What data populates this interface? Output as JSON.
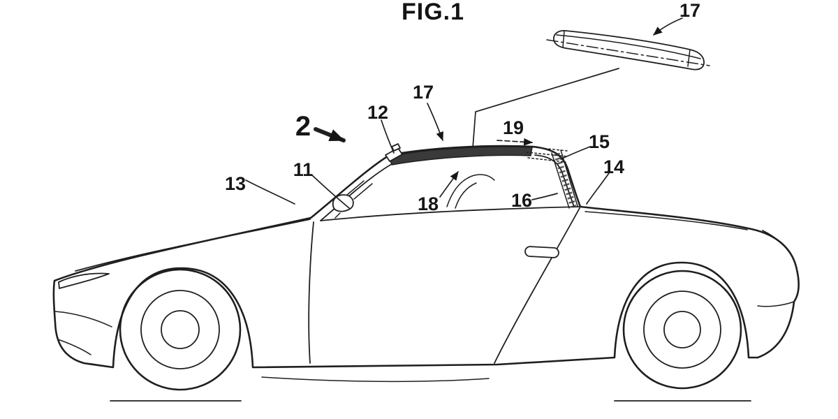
{
  "figure": {
    "title": "FIG.1",
    "kind": "patent-line-drawing-side-view-car-with-removable-roof",
    "ink_color": "#1f1f1f",
    "background_color": "#ffffff",
    "roof_panel_fill": "#3a3a3a"
  },
  "labels": [
    {
      "id": "label-17-detached-panel",
      "text": "17"
    },
    {
      "id": "label-2-roof-assembly",
      "text": "2"
    },
    {
      "id": "label-12-front-latch",
      "text": "12"
    },
    {
      "id": "label-17-roof-on-car",
      "text": "17"
    },
    {
      "id": "label-19-slide-arrow",
      "text": "19"
    },
    {
      "id": "label-15-rear-support",
      "text": "15"
    },
    {
      "id": "label-14-rear-pillar",
      "text": "14"
    },
    {
      "id": "label-13-windshield",
      "text": "13"
    },
    {
      "id": "label-11-front-glass",
      "text": "11"
    },
    {
      "id": "label-18-roof-underside",
      "text": "18"
    },
    {
      "id": "label-16-pillar-band",
      "text": "16"
    }
  ]
}
